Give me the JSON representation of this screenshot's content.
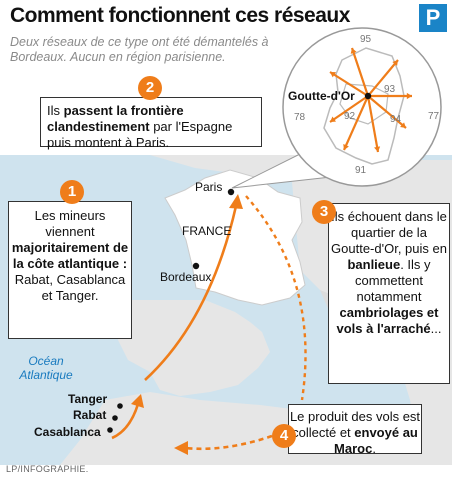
{
  "header": {
    "title": "Comment fonctionnent ces réseaux",
    "subtitle": "Deux réseaux de ce type ont été démantelés à Bordeaux. Aucun en région parisienne.",
    "logo": "P"
  },
  "colors": {
    "accent": "#ef7d1a",
    "sea": "#cfe3ee",
    "land": "#ffffff",
    "abroad": "#e6e6e6",
    "ocean_text": "#1a7bbf"
  },
  "map_labels": {
    "paris": "Paris",
    "france": "FRANCE",
    "bordeaux": "Bordeaux",
    "ocean": "Océan Atlantique",
    "tanger": "Tanger",
    "rabat": "Rabat",
    "casablanca": "Casablanca"
  },
  "inset": {
    "place": "Goutte-d'Or",
    "departments": [
      "95",
      "93",
      "94",
      "92",
      "78",
      "77",
      "91"
    ]
  },
  "steps": [
    {
      "number": "1",
      "text_pre": "Les mineurs viennent ",
      "text_bold": "majoritairement de la côte atlantique :",
      "text_post": " Rabat, Casablanca et Tanger."
    },
    {
      "number": "2",
      "text_pre": "Ils ",
      "text_bold": "passent la frontière clandestinement",
      "text_post": " par l'Espagne puis montent à Paris."
    },
    {
      "number": "3",
      "text_pre": "Ils échouent dans le quartier de la Goutte-d'Or, puis en ",
      "text_bold": "banlieue",
      "text_mid": ". Ils y commettent notamment ",
      "text_bold2": "cambriolages et vols à l'arraché",
      "text_post": "..."
    },
    {
      "number": "4",
      "text_pre": "Le produit des vols est collecté et ",
      "text_bold": "envoyé au Maroc",
      "text_post": "."
    }
  ],
  "credit": "LP/INFOGRAPHIE."
}
